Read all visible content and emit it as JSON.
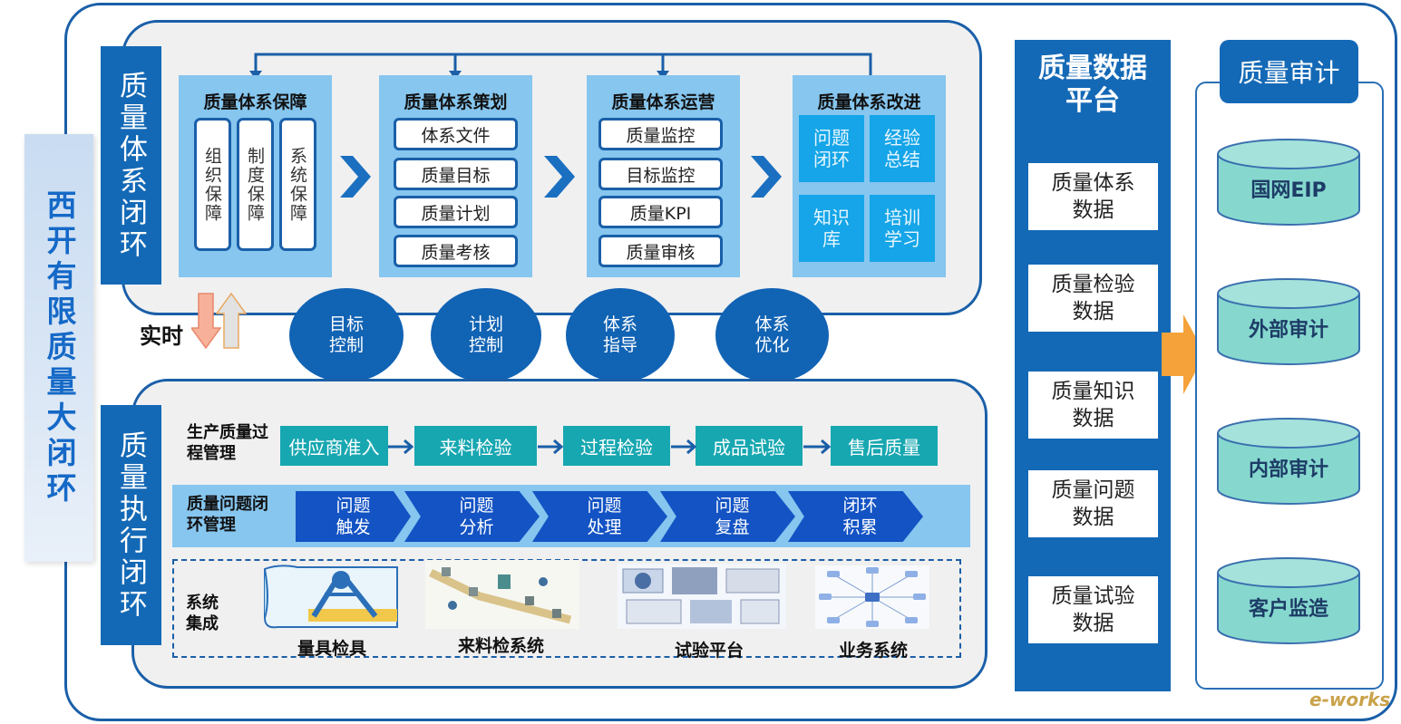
{
  "main_title": "西开有限质量大闭环",
  "upper_band": "质量体系闭环",
  "lower_band": "质量执行闭环",
  "realtime_label": "实时",
  "system_boxes": {
    "assurance": {
      "title": "质量体系保障",
      "items": [
        "组织保障",
        "制度保障",
        "系统保障"
      ]
    },
    "planning": {
      "title": "质量体系策划",
      "items": [
        "体系文件",
        "质量目标",
        "质量计划",
        "质量考核"
      ]
    },
    "operation": {
      "title": "质量体系运营",
      "items": [
        "质量监控",
        "目标监控",
        "质量KPI",
        "质量审核"
      ]
    },
    "improvement": {
      "title": "质量体系改进",
      "items": [
        "问题闭环",
        "经验总结",
        "知识库",
        "培训学习"
      ]
    }
  },
  "ovals": [
    "目标控制",
    "计划控制",
    "体系指导",
    "体系优化"
  ],
  "production": {
    "label": "生产质量过程管理",
    "steps": [
      "供应商准入",
      "来料检验",
      "过程检验",
      "成品试验",
      "售后质量"
    ]
  },
  "problem": {
    "label": "质量问题闭环管理",
    "stages": [
      "问题触发",
      "问题分析",
      "问题处理",
      "问题复盘",
      "闭环积累"
    ]
  },
  "systems": {
    "label": "系统集成",
    "items": [
      "量具检具",
      "来料检系统",
      "试验平台",
      "业务系统"
    ]
  },
  "data_platform": {
    "title": "质量数据平台",
    "items": [
      "质量体系数据",
      "质量检验数据",
      "质量知识数据",
      "质量问题数据",
      "质量试验数据"
    ]
  },
  "audit": {
    "title": "质量审计",
    "items": [
      "国网EIP",
      "外部审计",
      "内部审计",
      "客户监造"
    ]
  },
  "watermark": "e-works",
  "colors": {
    "primary": "#1469b6",
    "light": "#86c6ef",
    "teal": "#17a7b1",
    "chevron": "#1353c4",
    "orange": "#f5a23a",
    "cyl": "#7fd6cf"
  }
}
